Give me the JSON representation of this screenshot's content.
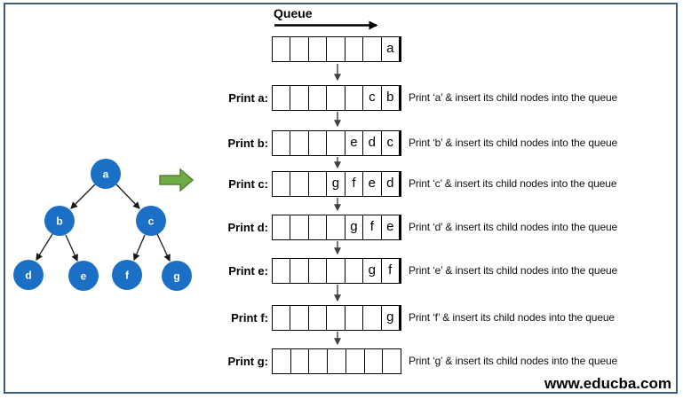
{
  "title": "Queue",
  "watermark": "www.educba.com",
  "tree": {
    "nodes": [
      {
        "label": "a"
      },
      {
        "label": "b"
      },
      {
        "label": "c"
      },
      {
        "label": "d"
      },
      {
        "label": "e"
      },
      {
        "label": "f"
      },
      {
        "label": "g"
      }
    ]
  },
  "rows": [
    {
      "label": "",
      "cells": [
        "",
        "",
        "",
        "",
        "",
        "",
        "a"
      ],
      "description": ""
    },
    {
      "label": "Print a:",
      "cells": [
        "",
        "",
        "",
        "",
        "",
        "c",
        "b"
      ],
      "description": "Print ‘a’ & insert its child nodes into the queue"
    },
    {
      "label": "Print b:",
      "cells": [
        "",
        "",
        "",
        "",
        "e",
        "d",
        "c"
      ],
      "description": "Print ‘b’ & insert its child nodes into the queue"
    },
    {
      "label": "Print c:",
      "cells": [
        "",
        "",
        "",
        "g",
        "f",
        "e",
        "d"
      ],
      "description": "Print ‘c’ & insert its child nodes into the queue"
    },
    {
      "label": "Print d:",
      "cells": [
        "",
        "",
        "",
        "",
        "g",
        "f",
        "e"
      ],
      "description": "Print ‘d’ & insert its child nodes into the queue"
    },
    {
      "label": "Print e:",
      "cells": [
        "",
        "",
        "",
        "",
        "",
        "g",
        "f"
      ],
      "description": "Print ‘e’ & insert its child nodes into the queue"
    },
    {
      "label": "Print f:",
      "cells": [
        "",
        "",
        "",
        "",
        "",
        "",
        "g"
      ],
      "description": "Print ‘f’ & insert its child nodes into the queue"
    },
    {
      "label": "Print g:",
      "cells": [
        "",
        "",
        "",
        "",
        "",
        "",
        ""
      ],
      "description": "Print ‘g’ & insert its child nodes into the queue"
    }
  ],
  "colors": {
    "node_blue": "#1b6fc4",
    "arrow_green_fill": "#70ad47",
    "arrow_green_stroke": "#538135",
    "frame_border": "#3e5c77"
  }
}
